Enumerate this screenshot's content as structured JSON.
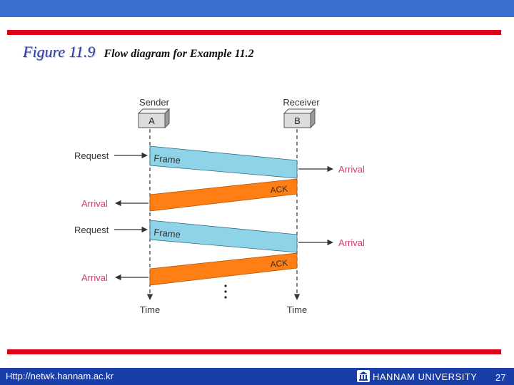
{
  "slide": {
    "figure_label": "Figure 11.9",
    "figure_caption": "Flow diagram for Example 11.2"
  },
  "diagram": {
    "sender_title": "Sender",
    "receiver_title": "Receiver",
    "sender_box": "A",
    "receiver_box": "B",
    "request_1": "Request",
    "request_2": "Request",
    "frame_1": "Frame",
    "frame_2": "Frame",
    "ack_1": "ACK",
    "ack_2": "ACK",
    "receiver_arrival_1": "Arrival",
    "receiver_arrival_2": "Arrival",
    "sender_arrival_1": "Arrival",
    "sender_arrival_2": "Arrival",
    "time_left": "Time",
    "time_right": "Time",
    "colors": {
      "frame": "#8fd3e8",
      "ack": "#ff7f14",
      "arrival_text": "#d23c6e",
      "line": "#333333"
    }
  },
  "footer": {
    "url": "Http://netwk.hannam.ac.kr",
    "university": "HANNAM  UNIVERSITY",
    "page_number": "27",
    "logo_icon": "university-logo-icon"
  }
}
